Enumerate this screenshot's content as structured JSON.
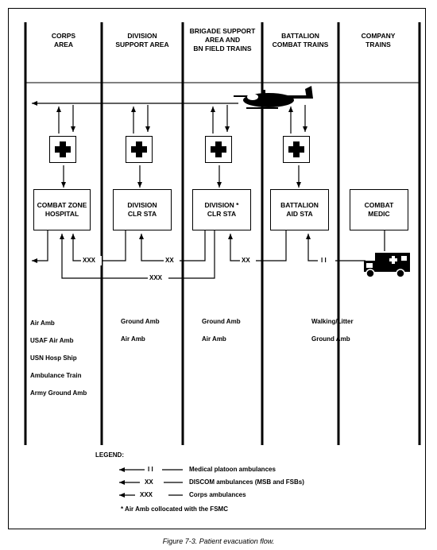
{
  "columns": [
    {
      "header": "CORPS\nAREA"
    },
    {
      "header": "DIVISION\nSUPPORT AREA"
    },
    {
      "header": "BRIGADE SUPPORT\nAREA AND\nBN FIELD TRAINS"
    },
    {
      "header": "BATTALION\nCOMBAT TRAINS"
    },
    {
      "header": "COMPANY\nTRAINS"
    }
  ],
  "facilities": [
    {
      "label": "COMBAT ZONE\nHOSPITAL"
    },
    {
      "label": "DIVISION\nCLR STA"
    },
    {
      "label": "DIVISION *\nCLR STA"
    },
    {
      "label": "BATTALION\nAID STA"
    },
    {
      "label": "COMBAT\nMEDIC"
    }
  ],
  "link_marks": {
    "xxx_upper": "XXX",
    "xx_div": "XX",
    "xx_bde": "XX",
    "ii": "I I",
    "xxx_lower": "XXX"
  },
  "modes": [
    {
      "items": [
        "Air Amb",
        "USAF Air Amb",
        "USN Hosp Ship",
        "Ambulance Train",
        "Army Ground Amb"
      ]
    },
    {
      "items": [
        "Ground Amb",
        "Air Amb"
      ]
    },
    {
      "items": [
        "Ground Amb",
        "Air Amb"
      ]
    },
    {
      "items": [
        "Walking/Litter",
        "Ground Amb"
      ]
    }
  ],
  "legend": {
    "title": "LEGEND:",
    "entries": [
      {
        "symbol": "I I",
        "text": "Medical platoon ambulances"
      },
      {
        "symbol": "XX",
        "text": "DISCOM ambulances (MSB and FSBs)"
      },
      {
        "symbol": "XXX",
        "text": "Corps ambulances"
      }
    ],
    "note": "*  Air Amb collocated with the FSMC"
  },
  "caption": "Figure 7-3.  Patient evacuation flow."
}
